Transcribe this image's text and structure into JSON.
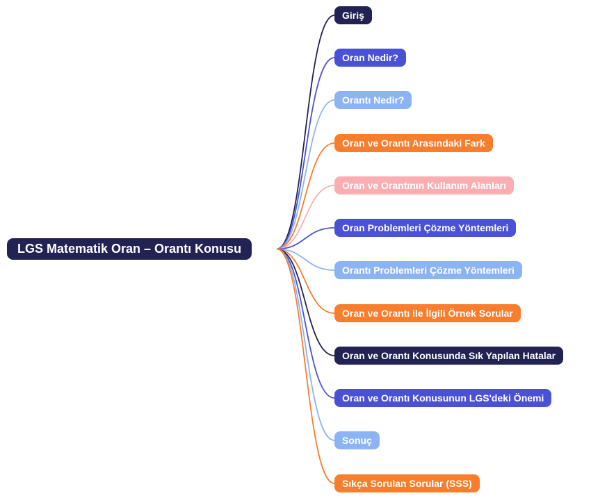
{
  "palette": {
    "navy": "#222253",
    "indigo": "#4B51D6",
    "light_blue": "#8DB4F2",
    "orange": "#F87D2C",
    "pink": "#FBAEB1",
    "node_text": "#FFFFFF",
    "background": "#FFFFFF"
  },
  "mindmap": {
    "root": {
      "label": "LGS Matematik Oran – Orantı Konusu",
      "color": "#222253"
    },
    "children": [
      {
        "label": "Giriş",
        "color": "#222253"
      },
      {
        "label": "Oran Nedir?",
        "color": "#4B51D6"
      },
      {
        "label": "Orantı Nedir?",
        "color": "#8DB4F2"
      },
      {
        "label": "Oran ve Orantı Arasındaki Fark",
        "color": "#F87D2C"
      },
      {
        "label": "Oran ve Orantının Kullanım Alanları",
        "color": "#FBAEB1"
      },
      {
        "label": "Oran Problemleri Çözme Yöntemleri",
        "color": "#4B51D6"
      },
      {
        "label": "Orantı Problemleri Çözme Yöntemleri",
        "color": "#8DB4F2"
      },
      {
        "label": "Oran ve Orantı ile İlgili Örnek Sorular",
        "color": "#F87D2C"
      },
      {
        "label": "Oran ve Orantı Konusunda Sık Yapılan Hatalar",
        "color": "#222253"
      },
      {
        "label": "Oran ve Orantı Konusunun LGS'deki Önemi",
        "color": "#4B51D6"
      },
      {
        "label": "Sonuç",
        "color": "#8DB4F2"
      },
      {
        "label": "Sıkça Sorulan Sorular (SSS)",
        "color": "#F87D2C"
      }
    ]
  }
}
